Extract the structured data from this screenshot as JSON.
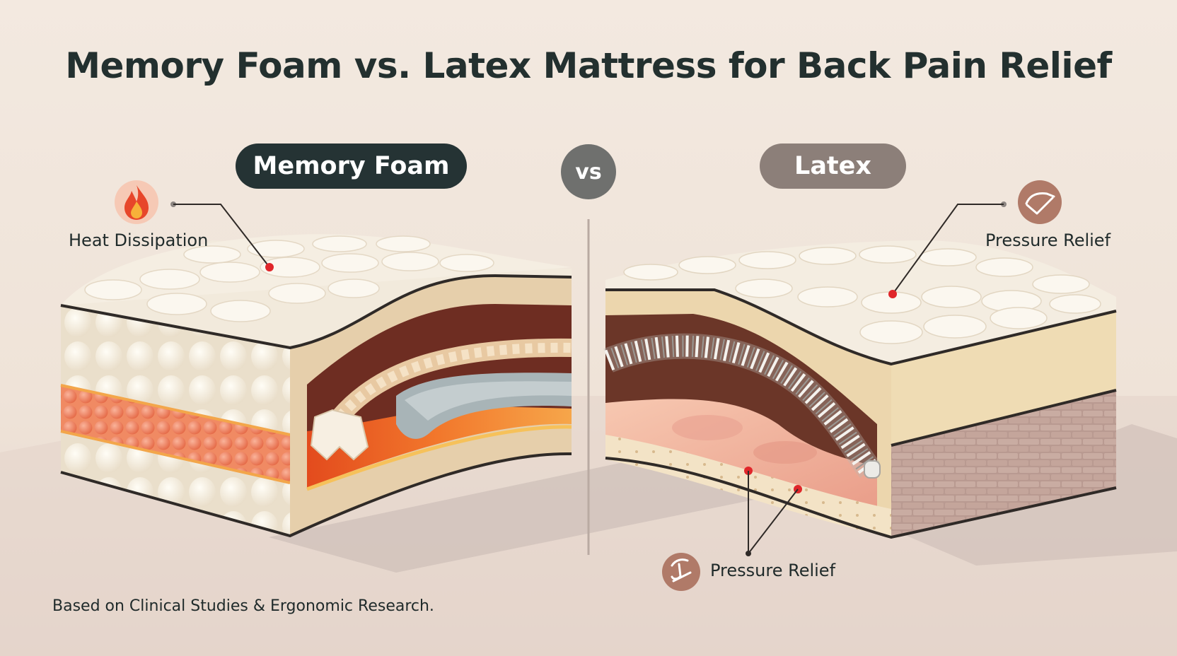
{
  "title": "Memory Foam vs. Latex Mattress for Back Pain Relief",
  "left_panel": {
    "label": "Memory Foam",
    "callout": "Heat Dissipation",
    "callout_icon": "flame-icon"
  },
  "right_panel": {
    "label": "Latex",
    "callout_top": "Pressure Relief",
    "callout_top_icon": "pressure-relief-icon",
    "callout_bottom": "Pressure Relief",
    "callout_bottom_icon": "pressure-relief-icon"
  },
  "vs_badge": "vs",
  "footnote": "Based on Clinical Studies & Ergonomic Research.",
  "colors": {
    "background": "#f1e6dc",
    "dark_pill": "#253334",
    "latex_pill": "#8c7f79",
    "vs_badge": "#6f706e",
    "callout_dot": "#e0262a",
    "icon_badge": "#b07a68"
  }
}
